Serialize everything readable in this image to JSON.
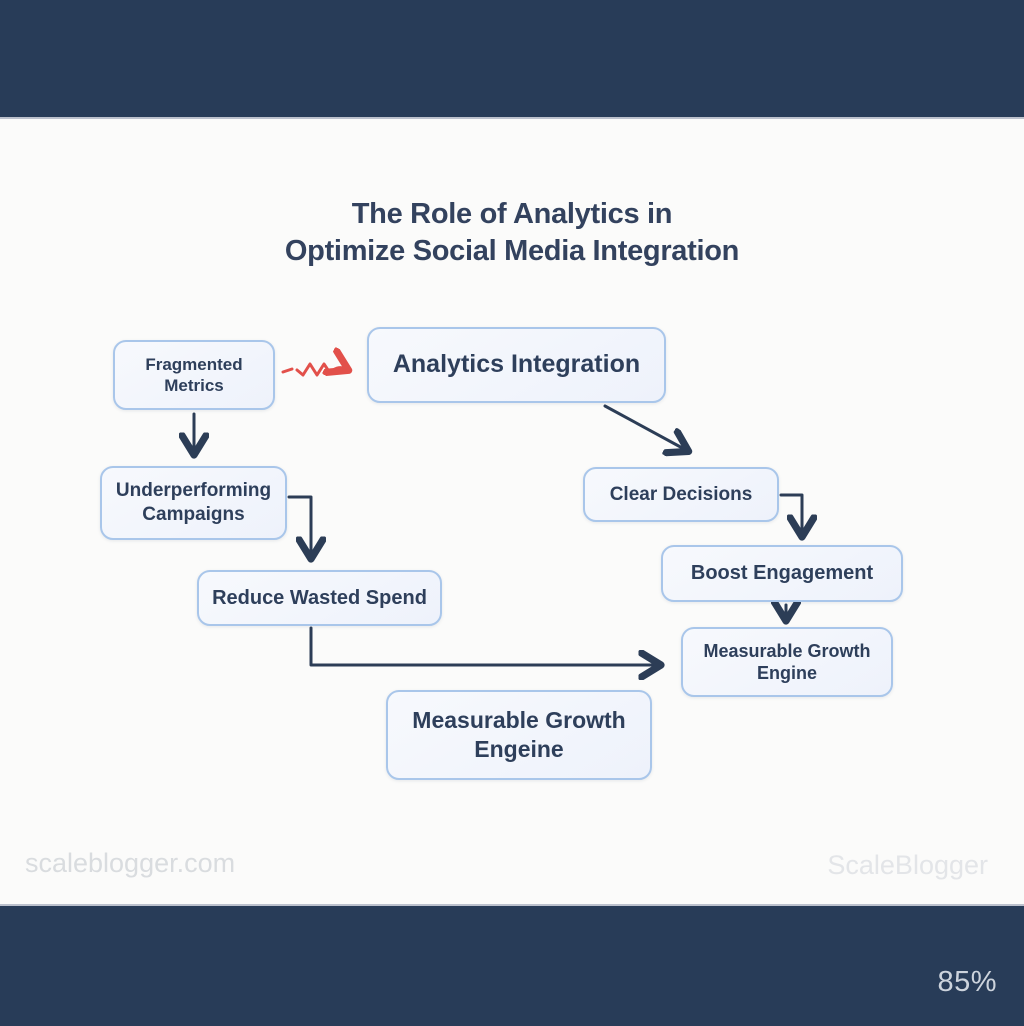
{
  "title": {
    "line1": "The Role of Analytics in",
    "line2": "Optimize Social Media Integration"
  },
  "diagram": {
    "nodes": [
      {
        "id": "fragmented-metrics",
        "label": "Fragmented Metrics"
      },
      {
        "id": "analytics-integration",
        "label": "Analytics Integration"
      },
      {
        "id": "underperforming-campaigns",
        "label": "Underperforming Campaigns"
      },
      {
        "id": "reduce-wasted-spend",
        "label": "Reduce Wasted Spend"
      },
      {
        "id": "clear-decisions",
        "label": "Clear Decisions"
      },
      {
        "id": "boost-engagement",
        "label": "Boost Engagement"
      },
      {
        "id": "measurable-growth-engine",
        "label": "Measurable Growth Engine"
      },
      {
        "id": "measurable-growth-engeine",
        "label": "Measurable Growth Engeine"
      }
    ],
    "edges": [
      {
        "from": "fragmented-metrics",
        "to": "underperforming-campaigns",
        "style": "solid-arrow"
      },
      {
        "from": "fragmented-metrics",
        "to": "analytics-integration",
        "style": "red-squiggle-arrow"
      },
      {
        "from": "analytics-integration",
        "to": "clear-decisions",
        "style": "solid-arrow"
      },
      {
        "from": "underperforming-campaigns",
        "to": "reduce-wasted-spend",
        "style": "solid-elbow-arrow"
      },
      {
        "from": "clear-decisions",
        "to": "boost-engagement",
        "style": "solid-elbow-arrow"
      },
      {
        "from": "boost-engagement",
        "to": "measurable-growth-engine",
        "style": "solid-arrow"
      },
      {
        "from": "reduce-wasted-spend",
        "to": "measurable-growth-engine",
        "style": "solid-elbow-arrow"
      }
    ]
  },
  "watermarks": {
    "bottom_left": "scaleblogger.com",
    "bottom_right": "ScaleBlogger"
  },
  "footer": {
    "percent": "85%"
  },
  "colors": {
    "banner": "#283c58",
    "canvas-bg": "#fbfbfa",
    "node-fill": "#eef2fb",
    "node-border": "#a9c6ea",
    "node-text": "#2e3f5b",
    "title-text": "#33425e",
    "arrow": "#2c3d56",
    "alert-arrow": "#e2504a",
    "watermark-left": "#d9dcdf",
    "watermark-right": "#e3e5e8",
    "footer-text": "#ccd3dc"
  }
}
